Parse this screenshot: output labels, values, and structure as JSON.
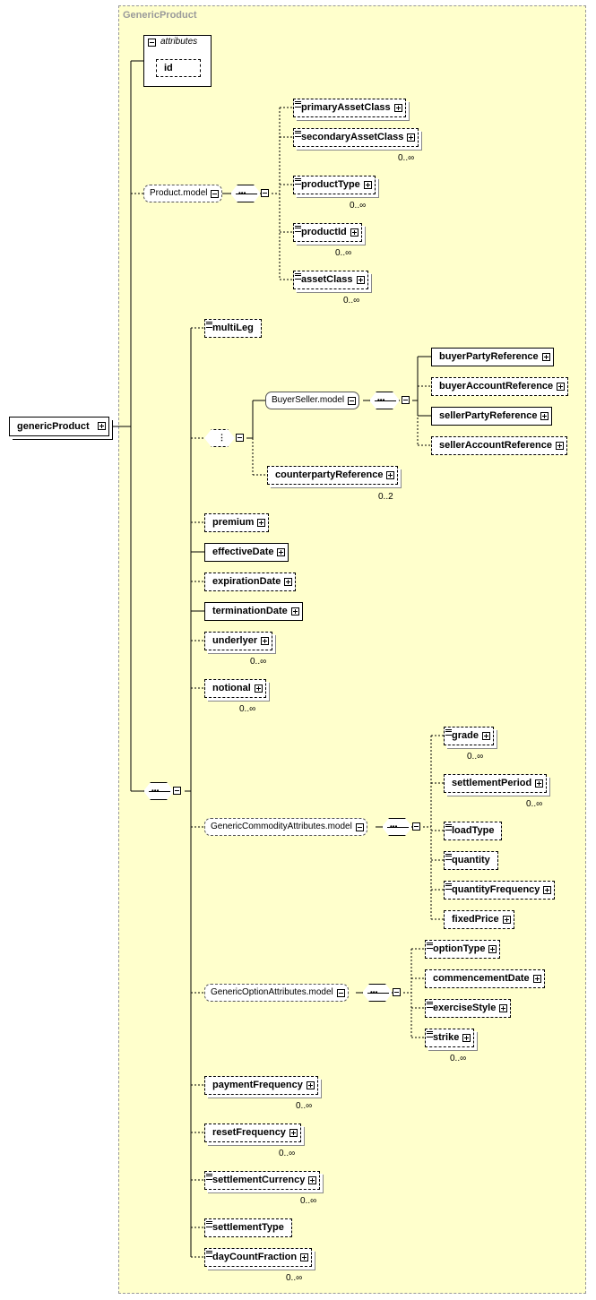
{
  "group_title": "GenericProduct",
  "root": {
    "label": "genericProduct"
  },
  "attributes": {
    "header": "attributes",
    "items": [
      "id"
    ]
  },
  "product_model": {
    "label": "Product.model",
    "children": [
      {
        "label": "primaryAssetClass",
        "card": ""
      },
      {
        "label": "secondaryAssetClass",
        "card": "0..∞"
      },
      {
        "label": "productType",
        "card": "0..∞"
      },
      {
        "label": "productId",
        "card": "0..∞"
      },
      {
        "label": "assetClass",
        "card": "0..∞"
      }
    ]
  },
  "multi_leg": "multiLeg",
  "buyer_seller": {
    "label": "BuyerSeller.model",
    "children": [
      "buyerPartyReference",
      "buyerAccountReference",
      "sellerPartyReference",
      "sellerAccountReference"
    ]
  },
  "counterparty": {
    "label": "counterpartyReference",
    "card": "0..2"
  },
  "elements_mid": [
    {
      "label": "premium",
      "card": ""
    },
    {
      "label": "effectiveDate",
      "card": ""
    },
    {
      "label": "expirationDate",
      "card": ""
    },
    {
      "label": "terminationDate",
      "card": ""
    },
    {
      "label": "underlyer",
      "card": "0..∞"
    },
    {
      "label": "notional",
      "card": "0..∞"
    }
  ],
  "commodity_model": {
    "label": "GenericCommodityAttributes.model",
    "children": [
      {
        "label": "grade",
        "card": "0..∞"
      },
      {
        "label": "settlementPeriod",
        "card": "0..∞"
      },
      {
        "label": "loadType",
        "card": ""
      },
      {
        "label": "quantity",
        "card": ""
      },
      {
        "label": "quantityFrequency",
        "card": ""
      },
      {
        "label": "fixedPrice",
        "card": ""
      }
    ]
  },
  "option_model": {
    "label": "GenericOptionAttributes.model",
    "children": [
      {
        "label": "optionType",
        "card": ""
      },
      {
        "label": "commencementDate",
        "card": ""
      },
      {
        "label": "exerciseStyle",
        "card": ""
      },
      {
        "label": "strike",
        "card": "0..∞"
      }
    ]
  },
  "elements_bottom": [
    {
      "label": "paymentFrequency",
      "card": "0..∞"
    },
    {
      "label": "resetFrequency",
      "card": "0..∞"
    },
    {
      "label": "settlementCurrency",
      "card": "0..∞"
    },
    {
      "label": "settlementType",
      "card": ""
    },
    {
      "label": "dayCountFraction",
      "card": "0..∞"
    }
  ]
}
